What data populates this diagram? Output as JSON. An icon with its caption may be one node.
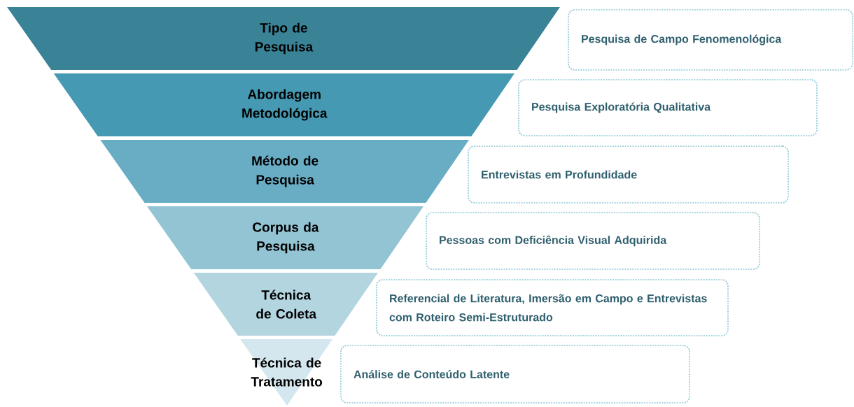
{
  "diagram": {
    "nodes": [
      {
        "text": [
          "Tipo de Pesquisa"
        ]
      },
      {
        "text": [
          "Abordagem Metodológica"
        ]
      },
      {
        "text": [
          "Método de Pesquisa"
        ]
      },
      {
        "text": [
          "Corpus da Pesquisa"
        ]
      },
      {
        "text": [
          "Técnica de Coleta"
        ]
      },
      {
        "text": [
          "Técnica de Tratamento"
        ]
      },
      {
        "text": [
          "Pesquisa de Campo Fenomenológica"
        ]
      },
      {
        "text": [
          "Pesquisa Exploratória Qualitativa"
        ]
      },
      {
        "text": [
          "Entrevistas em Profundidade"
        ]
      },
      {
        "text": [
          "Pessoas com Deficiência Visual Adquirida"
        ]
      },
      {
        "text": [
          "Referencial de Literatura, Imersão em Campo e Entrevistas com Roteiro Semi-Estruturado"
        ]
      },
      {
        "text": [
          "Análise de Conteúdo Latente"
        ]
      }
    ]
  }
}
